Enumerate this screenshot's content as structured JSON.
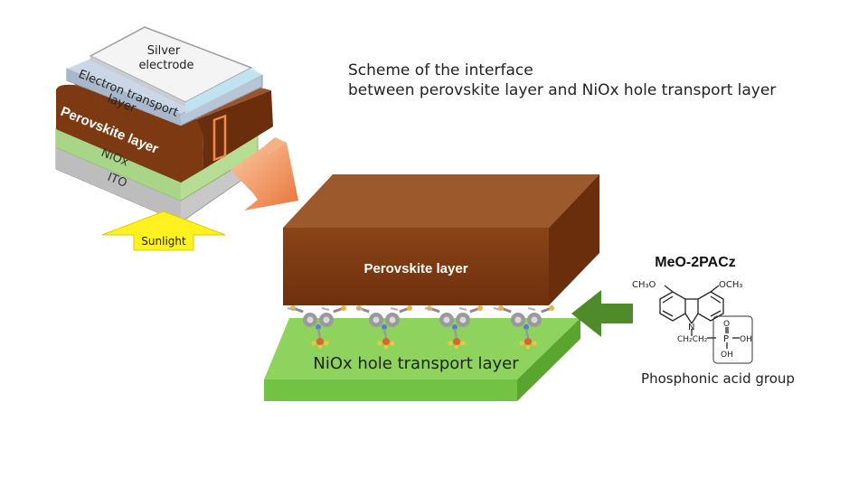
{
  "caption": {
    "line1": "Scheme of the interface",
    "line2": "between perovskite layer and NiOx hole transport layer"
  },
  "cell_stack": {
    "silver_label_1": "Silver",
    "silver_label_2": "electrode",
    "etl_label_1": "Electron transport",
    "etl_label_2": "layer",
    "perovskite_label": "Perovskite layer",
    "niox_label": "NiOx",
    "ito_label": "ITO",
    "sunlight_label": "Sunlight"
  },
  "interface": {
    "perovskite_label": "Perovskite layer",
    "niox_label": "NiOx hole transport layer"
  },
  "molecule": {
    "name": "MeO-2PACz",
    "och3_left": "CH₃O",
    "och3_right": "OCH₃",
    "nitrogen": "N",
    "chain": "CH₂CH₂",
    "phosphorus": "P",
    "oxygen_top": "O",
    "oh_right": "OH",
    "oh_bottom": "OH",
    "group_label": "Phosphonic acid group"
  },
  "colors": {
    "perovskite_front": "#7f3b12",
    "perovskite_top": "#9c5a2c",
    "perovskite_side": "#6a2e0d",
    "niox_top": "#8fd35f",
    "niox_front": "#6fbf3f",
    "arrow_orange": "#f08a4b",
    "arrow_green": "#4f8a2b",
    "sunlight_yellow": "#fff21e"
  }
}
